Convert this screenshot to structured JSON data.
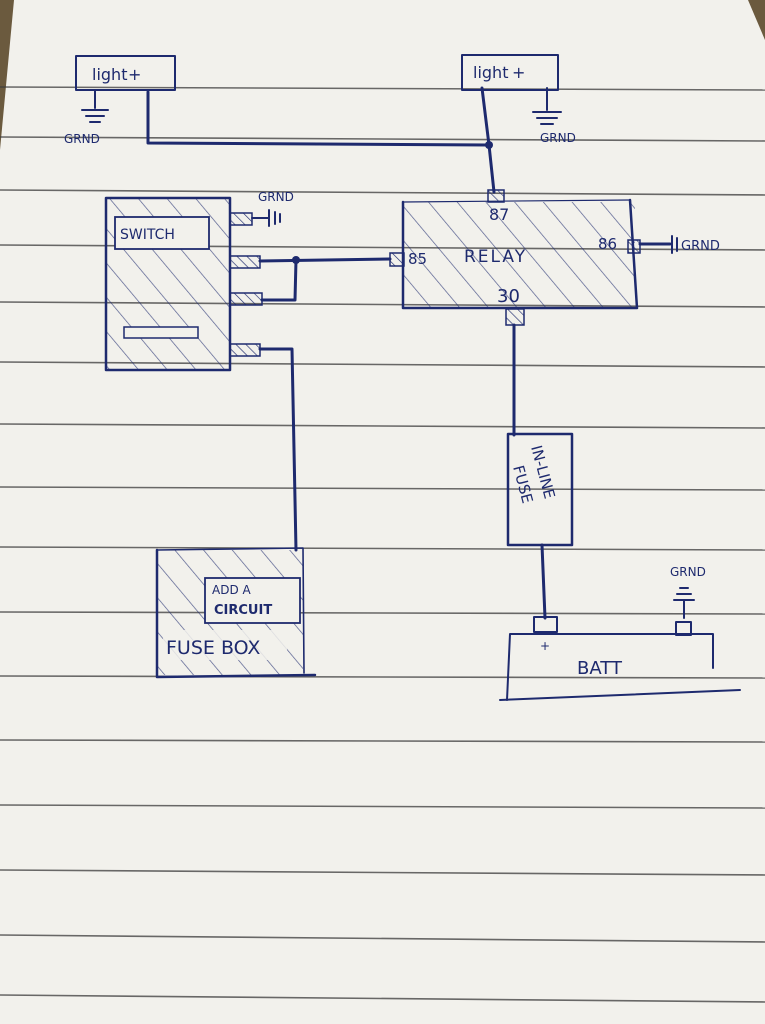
{
  "diagram": {
    "light_left": "light",
    "light_right": "light",
    "grnd_light_left": "GRND",
    "grnd_light_right": "GRND",
    "grnd_switch": "GRND",
    "grnd_relay": "GRND",
    "grnd_batt": "GRND",
    "switch": "SWITCH",
    "relay": "RELAY",
    "pin_87": "87",
    "pin_85": "85",
    "pin_86": "86",
    "pin_30": "30",
    "fuse": "IN-LINE FUSE",
    "fuse_line1": "IN-LINE",
    "fuse_line2": "FUSE",
    "add_a_circuit": "ADD A CIRCUIT",
    "add_line1": "ADD A",
    "add_line2": "CIRCUIT",
    "fuse_box": "FUSE BOX",
    "battery": "BATT",
    "positive": "+"
  },
  "colors": {
    "ink": "#1e2a6e",
    "paper": "#f2f1ec",
    "rule_line": "#3a3a3a",
    "background": "#6b5a3e"
  }
}
